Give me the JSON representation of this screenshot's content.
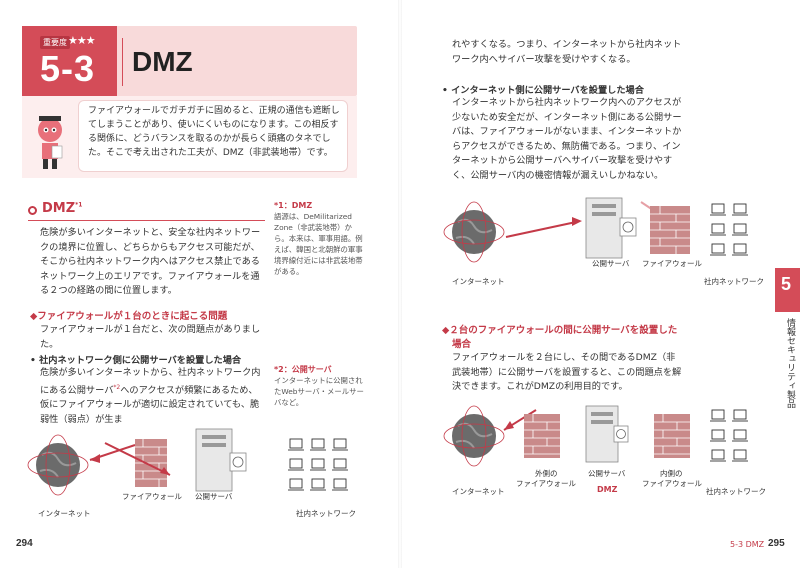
{
  "header": {
    "importance_label": "重要度",
    "stars": "★★★",
    "section_number": "5-3",
    "title": "DMZ"
  },
  "intro": {
    "text": "ファイアウォールでガチガチに固めると、正規の通信も遮断してしまうことがあり、使いにくいものになります。この相反する関係に、どうバランスを取るのかが長らく頭痛のタネでした。そこで考え出された工夫が、DMZ（非武装地帯）です。"
  },
  "left": {
    "heading": "DMZ",
    "heading_sup": "*1",
    "para1": "危険が多いインターネットと、安全な社内ネットワークの境界に位置し、どちらからもアクセス可能だが、そこから社内ネットワーク内へはアクセス禁止であるネットワーク上のエリアです。ファイアウォールを通る２つの経路の間に位置します。",
    "sub_heading": "◆ファイアウォールが１台のときに起こる問題",
    "para2": "ファイアウォールが１台だと、次の問題点がありました。",
    "bullet_heading": "• 社内ネットワーク側に公開サーバを設置した場合",
    "para3_a": "危険が多いインターネットから、社内ネットワーク内にある公開サーバ",
    "para3_sup": "*2",
    "para3_b": "へのアクセスが頻繁にあるため、仮にファイアウォールが適切に設定されていても、脆弱性（弱点）が生ま",
    "note1_title": "*1：DMZ",
    "note1_text": "語源は、DeMilitarized Zone（非武装地帯）から。本来は、軍事用語。例えば、韓国と北朝鮮の軍事境界線付近には非武装地帯がある。",
    "note2_title": "*2：公開サーバ",
    "note2_text": "インターネットに公開されたWebサーバ・メールサーバなど。",
    "diagram": {
      "internet": "インターネット",
      "firewall": "ファイアウォール",
      "server": "公開サーバ",
      "lan": "社内ネットワーク"
    },
    "page_number": "294"
  },
  "right": {
    "para_cont": "れやすくなる。つまり、インターネットから社内ネットワーク内へサイバー攻撃を受けやすくなる。",
    "bullet_heading": "• インターネット側に公開サーバを設置した場合",
    "para_b": "インターネットから社内ネットワーク内へのアクセスが少ないため安全だが、インターネット側にある公開サーバは、ファイアウォールがないまま、インターネットからアクセスができるため、無防備である。つまり、インターネットから公開サーバへサイバー攻撃を受けやすく、公開サーバ内の機密情報が漏えいしかねない。",
    "diagram1": {
      "internet": "インターネット",
      "server": "公開サーバ",
      "firewall": "ファイアウォール",
      "lan": "社内ネットワーク"
    },
    "sub_heading_1": "◆２台のファイアウォールの間に公開サーバを設置した",
    "sub_heading_2": "場合",
    "para_c": "ファイアウォールを２台にし、その間であるDMZ（非武装地帯）に公開サーバを設置すると、この問題点を解決できます。これがDMZの利用目的です。",
    "diagram2": {
      "internet": "インターネット",
      "outer_fw_1": "外側の",
      "outer_fw_2": "ファイアウォール",
      "server": "公開サーバ",
      "dmz": "DMZ",
      "inner_fw_1": "内側の",
      "inner_fw_2": "ファイアウォール",
      "lan": "社内ネットワーク"
    },
    "footer_section": "5-3 DMZ",
    "page_number": "295",
    "chapter_number": "5",
    "chapter_title": "情報セキュリティ製品"
  },
  "colors": {
    "accent": "#c43a48",
    "header_red": "#d44c58",
    "header_pink": "#f8dada"
  }
}
